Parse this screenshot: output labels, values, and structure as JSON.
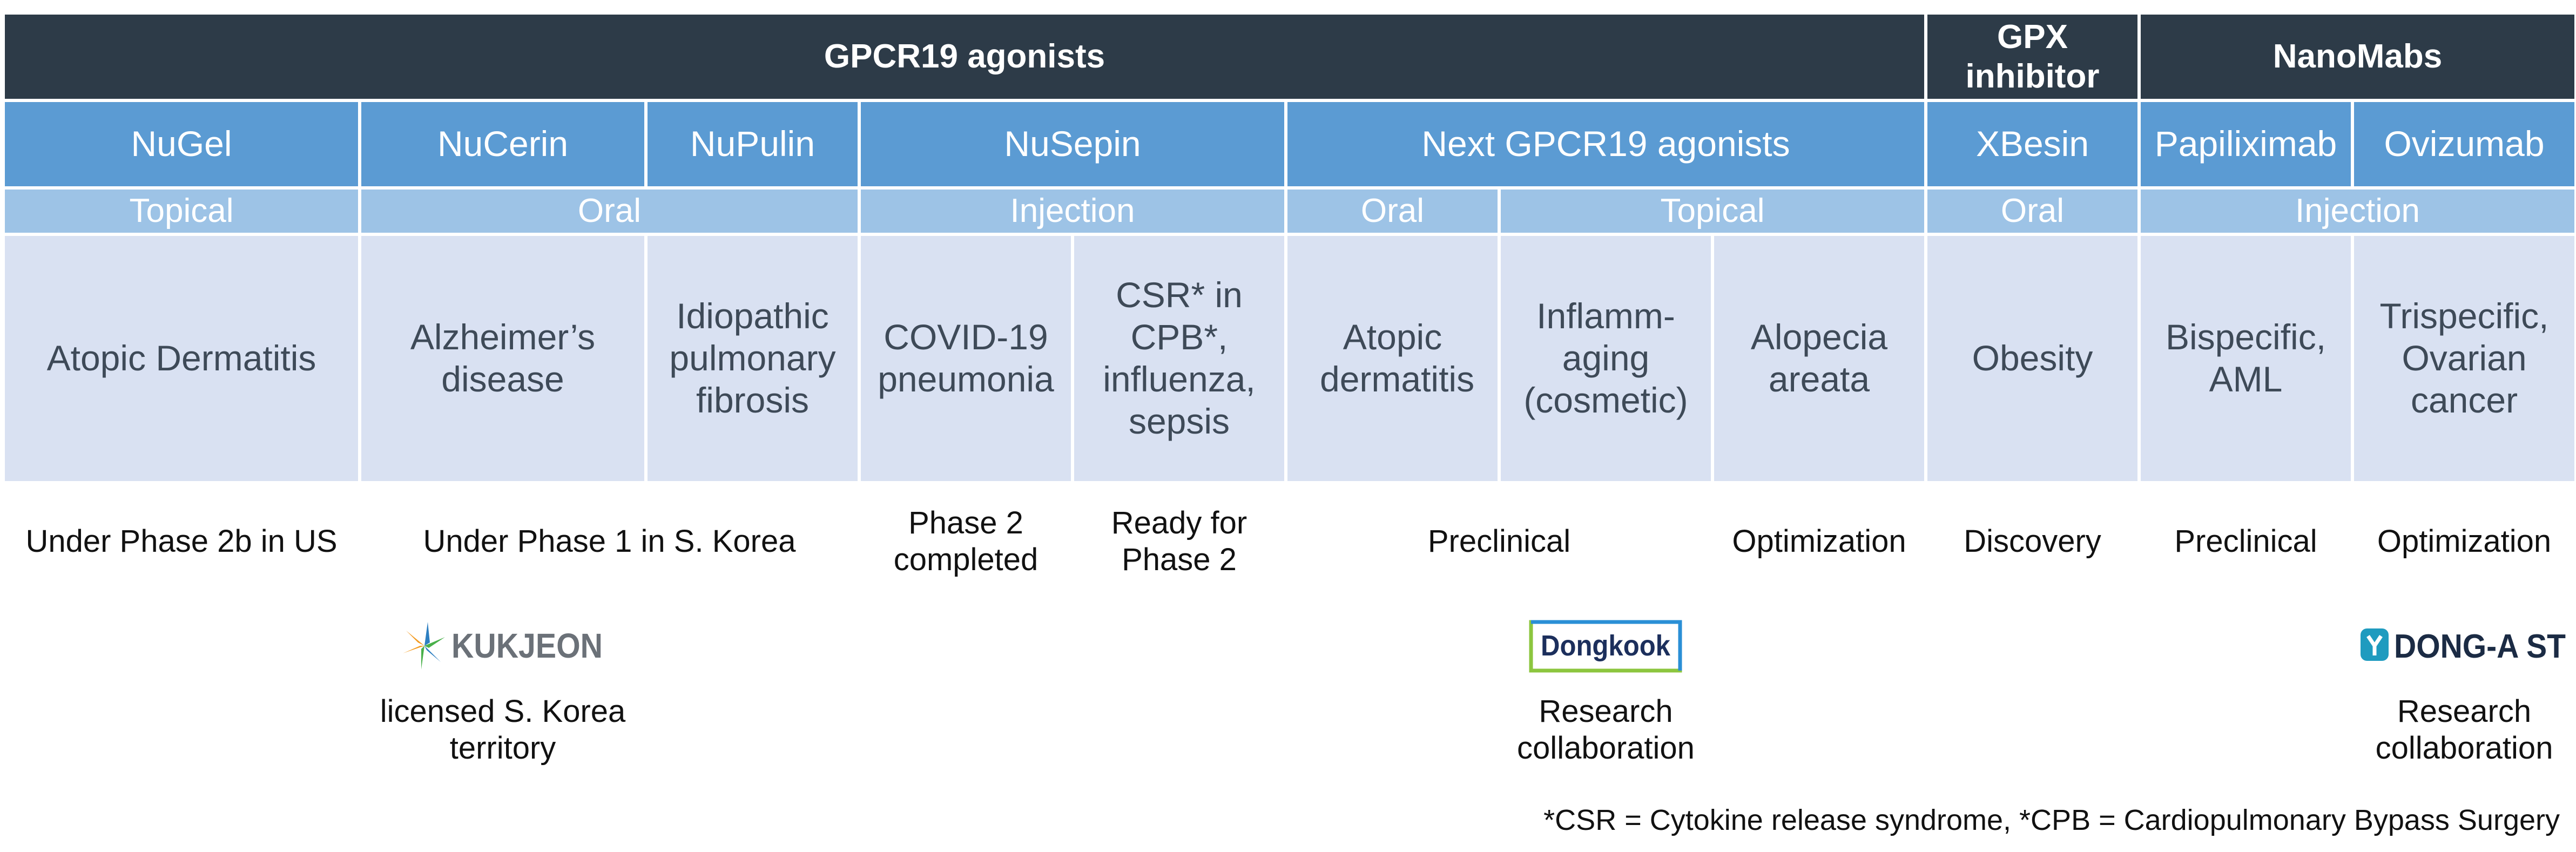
{
  "groups": [
    {
      "label": "GPCR19 agonists"
    },
    {
      "label": "GPX inhibitor"
    },
    {
      "label": "NanoMabs"
    }
  ],
  "products": [
    "NuGel",
    "NuCerin",
    "NuPulin",
    "NuSepin",
    "Next GPCR19 agonists",
    "XBesin",
    "Papiliximab",
    "Ovizumab"
  ],
  "routes": [
    "Topical",
    "Oral",
    "Injection",
    "Oral",
    "Topical",
    "Oral",
    "Injection"
  ],
  "indications": [
    "Atopic Dermatitis",
    "Alzheimer’s disease",
    "Idiopathic pulmonary fibrosis",
    "COVID-19 pneumonia",
    "CSR* in CPB*, influenza, sepsis",
    "Atopic dermatitis",
    "Inflamm-aging (cosmetic)",
    "Alopecia areata",
    "Obesity",
    "Bispecific, AML",
    "Trispecific, Ovarian cancer"
  ],
  "stages": [
    "Under Phase 2b in US",
    "Under Phase 1 in S. Korea",
    "Phase 2 completed",
    "Ready for Phase 2",
    "Preclinical",
    "Optimization",
    "Discovery",
    "Preclinical",
    "Optimization"
  ],
  "partners": [
    {
      "logo_text": "KUKJEON",
      "logo_icon": "kukjeon-star-logo-icon",
      "note": "licensed S. Korea territory"
    },
    {
      "logo_text": "Dongkook",
      "logo_icon": "dongkook-logo-icon",
      "note": "Research collaboration"
    },
    {
      "logo_text": "DONG-A ST",
      "logo_icon": "dong-a-st-logo-icon",
      "note": "Research collaboration"
    }
  ],
  "footnote": "*CSR = Cytokine release syndrome, *CPB = Cardiopulmonary Bypass Surgery",
  "colors": {
    "group_header": "#2d3b48",
    "product_header": "#5b9bd3",
    "route_header": "#9dc3e6",
    "indication_bg": "#d9e1f2",
    "indication_text": "#3e4a58",
    "kukjeon_orange": "#f39a1e",
    "kukjeon_green": "#49b04a",
    "kukjeon_blue": "#2d7fc1",
    "dongkook_navy": "#1c2f5c",
    "dongkook_green": "#8cc63f",
    "dongkook_blue": "#2a8fd6",
    "dong_a_teal": "#1f9bbf"
  }
}
